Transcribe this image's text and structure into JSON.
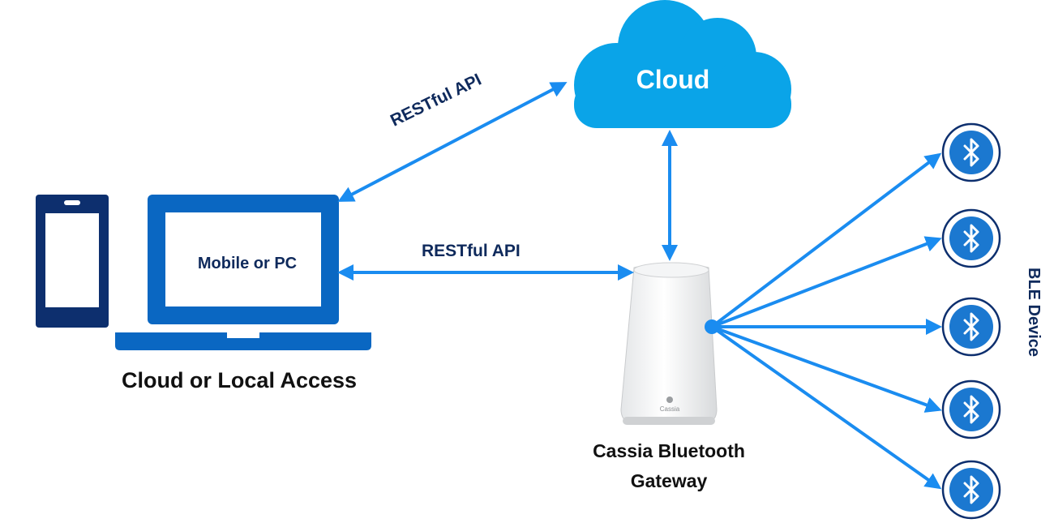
{
  "labels": {
    "cloud": "Cloud",
    "api_top": "RESTful API",
    "api_mid": "RESTful API",
    "screen": "Mobile or PC",
    "access": "Cloud or Local Access",
    "gateway": "Cassia Bluetooth Gateway",
    "gateway_brand": "Cassia",
    "ble": "BLE Device"
  },
  "colors": {
    "arrow": "#1a8cf0",
    "cloud": "#0aa4e8",
    "device_dark": "#0d2f6e",
    "laptop_blue": "#0a67c2",
    "label_navy": "#0f2a5c",
    "bt_circle": "#1b78d0"
  },
  "icons": {
    "ble_device": "bluetooth-icon"
  },
  "ble_devices": [
    {
      "id": "ble-1"
    },
    {
      "id": "ble-2"
    },
    {
      "id": "ble-3"
    },
    {
      "id": "ble-4"
    },
    {
      "id": "ble-5"
    }
  ]
}
